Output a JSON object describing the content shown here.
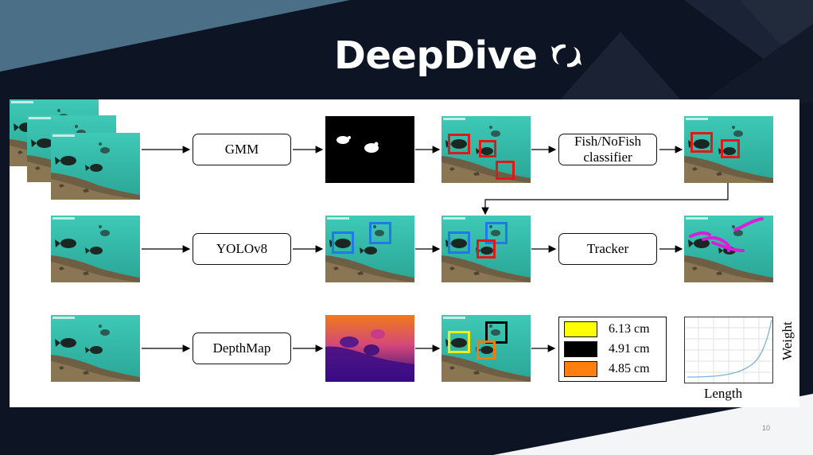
{
  "slide": {
    "title": "DeepDive",
    "page_number": "10"
  },
  "pipeline": {
    "row1": {
      "step1": "GMM",
      "step2": "Fish/NoFish\nclassifier"
    },
    "row2": {
      "step1": "YOLOv8",
      "step2": "Tracker"
    },
    "row3": {
      "step1": "DepthMap"
    }
  },
  "legend": {
    "entries": [
      {
        "color": "#ffff00",
        "label": "6.13 cm"
      },
      {
        "color": "#000000",
        "label": "4.91 cm"
      },
      {
        "color": "#ff7f0e",
        "label": "4.85 cm"
      }
    ]
  },
  "plot": {
    "xlabel": "Length",
    "ylabel": "Weight"
  },
  "colors": {
    "background": "#0d1424",
    "detection_red": "#e01818",
    "detection_blue": "#1f7ae8",
    "track_magenta": "#d61fd6"
  }
}
